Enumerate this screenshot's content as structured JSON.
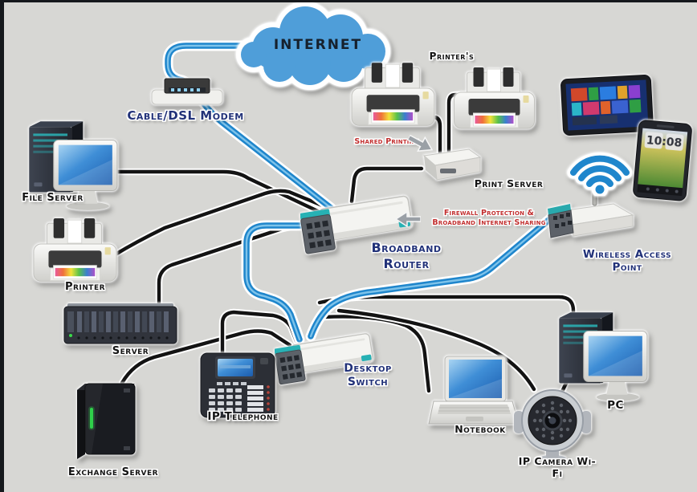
{
  "colors": {
    "background": "#d7d7d4",
    "cable_blue": "#1f86cc",
    "cable_black": "#131313",
    "label_navy": "#223279",
    "label_black": "#141414",
    "annotation_red": "#c22f2f",
    "cloud_blue": "#4f9ed9",
    "device_teal": "#27b1b4"
  },
  "nodes": {
    "internet": {
      "label": "INTERNET"
    },
    "modem": {
      "label": "Cable/DSL Modem"
    },
    "printers_group": {
      "label": "Printer's"
    },
    "print_server": {
      "label": "Print Server"
    },
    "wireless_access_point": {
      "label": "Wireless Access Point"
    },
    "smartphone": {
      "clock": "10:08"
    },
    "file_server": {
      "label": "File Server"
    },
    "printer": {
      "label": "Printer"
    },
    "server": {
      "label": "Server"
    },
    "exchange_server": {
      "label": "Exchange Server"
    },
    "broadband_router": {
      "label": "Broadband Router"
    },
    "desktop_switch": {
      "label": "Desktop Switch"
    },
    "ip_telephone": {
      "label": "IP Telephone"
    },
    "notebook": {
      "label": "Notebook"
    },
    "ip_camera": {
      "label": "IP Camera Wi-Fi"
    },
    "pc": {
      "label": "PC"
    }
  },
  "annotations": {
    "shared_printing": "Shared Printing",
    "firewall_line1": "Firewall Protection &",
    "firewall_line2": "Broadband Internet Sharing"
  }
}
